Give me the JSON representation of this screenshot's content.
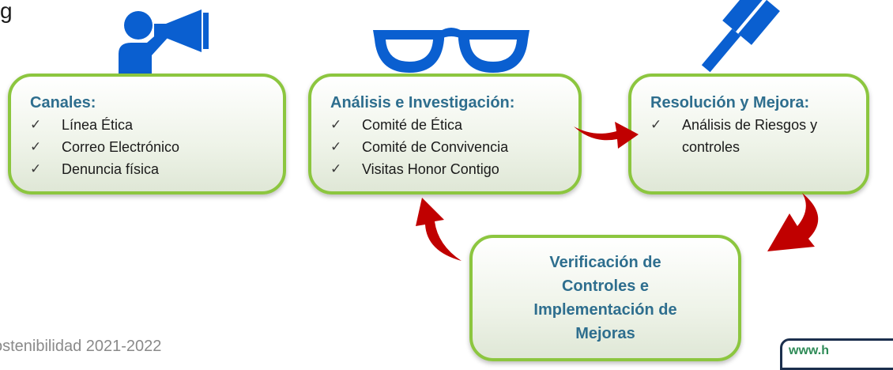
{
  "corner_text": "g",
  "boxes": {
    "canales": {
      "title": "Canales:",
      "items": [
        "Línea Ética",
        "Correo Electrónico",
        "Denuncia física"
      ]
    },
    "analisis": {
      "title": "Análisis e Investigación:",
      "items": [
        "Comité de Ética",
        "Comité de Convivencia",
        "Visitas Honor Contigo"
      ]
    },
    "resolucion": {
      "title": "Resolución y Mejora:",
      "items": [
        "Análisis de Riesgos y controles"
      ]
    },
    "verificacion": {
      "lines": [
        "Verificación de",
        "Controles e",
        "Implementación de",
        "Mejoras"
      ]
    }
  },
  "check_glyph": "✓",
  "footer_text": "ostenibilidad 2021-2022",
  "logo_fragment_text": "www.h",
  "colors": {
    "box_border": "#8cc63f",
    "title_text": "#2e6e8e",
    "icon_blue": "#0a5fd0",
    "arrow_red": "#c00000"
  },
  "icons": [
    "megaphone-person-icon",
    "glasses-icon",
    "gavel-icon",
    "curved-arrow-icon"
  ]
}
